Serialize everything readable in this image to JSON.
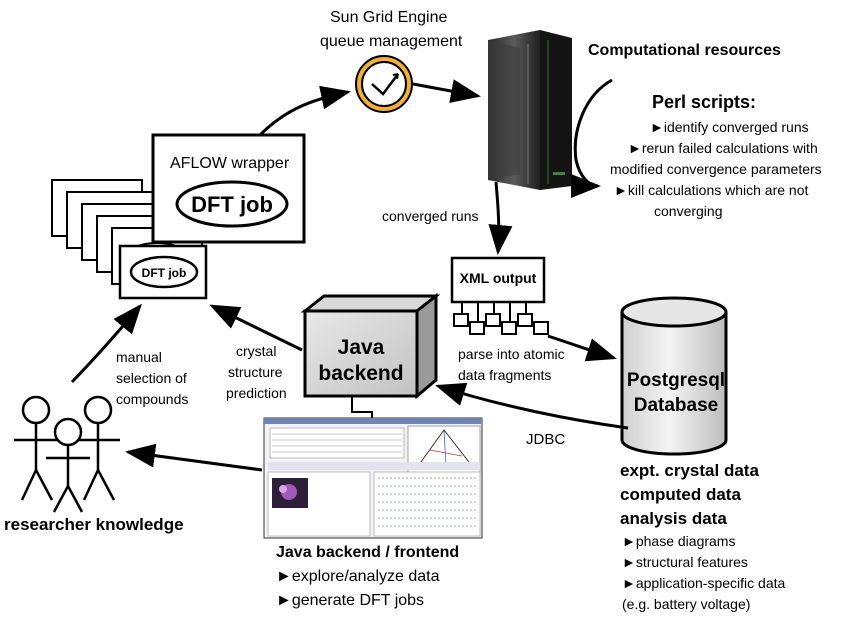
{
  "sge": {
    "line1": "Sun Grid Engine",
    "line2": "queue management"
  },
  "compute": {
    "label": "Computational resources"
  },
  "perl": {
    "title": "Perl scripts:",
    "items": [
      "►identify converged runs",
      "►rerun failed calculations with",
      "modified convergence parameters",
      "►kill calculations which are not",
      "converging"
    ]
  },
  "aflow": {
    "label": "AFLOW wrapper",
    "job": "DFT job",
    "small_job": "DFT job"
  },
  "converged_runs": "converged runs",
  "xml": {
    "label": "XML output"
  },
  "parse": {
    "line1": "parse into atomic",
    "line2": "data fragments"
  },
  "java": {
    "line1": "Java",
    "line2": "backend"
  },
  "crystal": {
    "line1": "crystal",
    "line2": "structure",
    "line3": "prediction"
  },
  "manual": {
    "line1": "manual",
    "line2": "selection of",
    "line3": "compounds"
  },
  "db": {
    "line1": "Postgresql",
    "line2": "Database"
  },
  "jdbc": "JDBC",
  "db_contents": {
    "main": [
      "expt. crystal data",
      "computed data",
      "analysis data"
    ],
    "sub": [
      "►phase diagrams",
      "►structural features",
      "►application-specific data",
      "(e.g. battery voltage)"
    ]
  },
  "researcher": "researcher knowledge",
  "frontend": {
    "title": "Java backend / frontend",
    "items": [
      "►explore/analyze data",
      "►generate DFT jobs"
    ]
  }
}
